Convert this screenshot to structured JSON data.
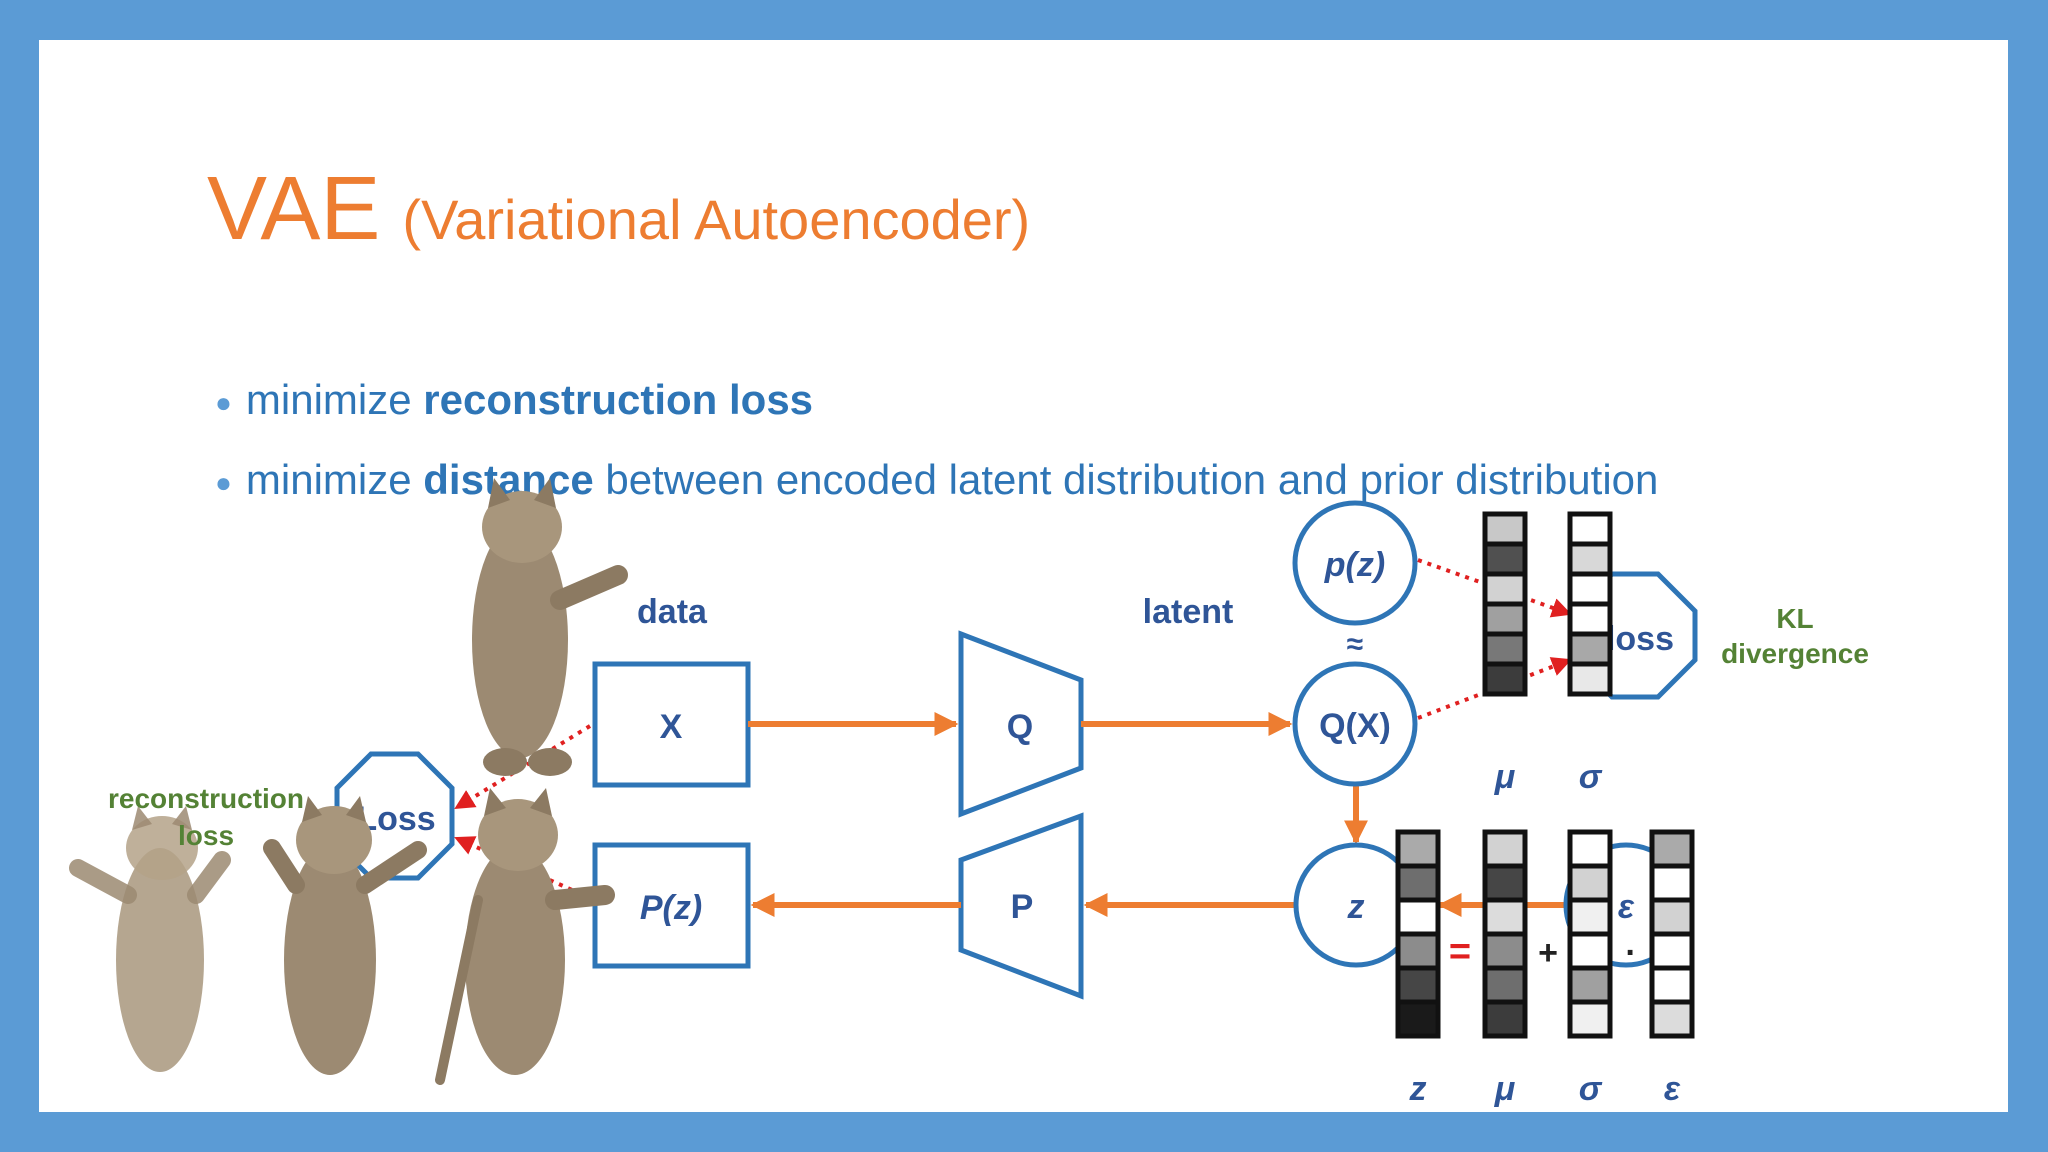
{
  "title": {
    "main": "VAE",
    "sub": "(Variational Autoencoder)"
  },
  "bullets": [
    {
      "prefix": "minimize ",
      "bold": "reconstruction loss",
      "suffix": ""
    },
    {
      "prefix": "minimize ",
      "bold": "distance",
      "suffix": " between encoded latent distribution and prior distribution"
    }
  ],
  "diagram": {
    "data_label": "data",
    "latent_label": "latent",
    "x_box": "X",
    "q_encoder": "Q",
    "p_decoder": "P",
    "pz_box": "P(z)",
    "pz_circle": "p(z)",
    "approx": "≈",
    "qx_circle": "Q(X)",
    "z_circle": "z",
    "kl_loss": "loss",
    "kl_label_1": "KL",
    "kl_label_2": "divergence",
    "recon_loss": "Loss",
    "recon_label_1": "reconstruction",
    "recon_label_2": "loss",
    "mu_label_top": "μ",
    "sigma_label_top": "σ",
    "z_label": "z",
    "mu_label": "μ",
    "sigma_label": "σ",
    "eps_label": "ε",
    "eps_circle": "ε",
    "equals": "=",
    "plus": "+",
    "times": "·",
    "vectors": {
      "mu_top": [
        "#c8c8c8",
        "#505050",
        "#d2d2d2",
        "#a0a0a0",
        "#787878",
        "#3c3c3c"
      ],
      "sigma_top": [
        "#ffffff",
        "#d8d8d8",
        "#ffffff",
        "#ffffff",
        "#a8a8a8",
        "#e8e8e8"
      ],
      "z": [
        "#aaaaaa",
        "#6e6e6e",
        "#ffffff",
        "#8c8c8c",
        "#464646",
        "#1a1a1a"
      ],
      "mu": [
        "#d2d2d2",
        "#464646",
        "#dcdcdc",
        "#8c8c8c",
        "#6e6e6e",
        "#3c3c3c"
      ],
      "sigma": [
        "#ffffff",
        "#d2d2d2",
        "#f0f0f0",
        "#ffffff",
        "#a0a0a0",
        "#f0f0f0"
      ],
      "eps": [
        "#aaaaaa",
        "#ffffff",
        "#d2d2d2",
        "#ffffff",
        "#ffffff",
        "#dcdcdc"
      ]
    }
  },
  "colors": {
    "accent": "#ed7d31",
    "blue": "#2e75b6",
    "navy": "#2f5597",
    "green": "#548235",
    "red_dotted": "#e02020",
    "frame": "#5b9bd5"
  }
}
